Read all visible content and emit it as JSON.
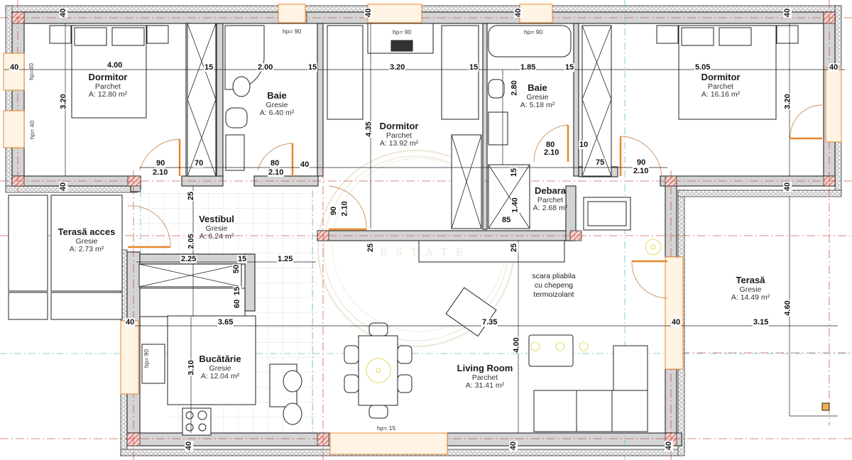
{
  "plan": {
    "colors": {
      "wall": "#d4d4d4",
      "wall_stroke": "#333333",
      "insulation": "#f2f2f2",
      "column_hatch": "#c0392b",
      "axis_line": "#c0392b",
      "door": "#e8872e",
      "window": "#f0b070",
      "aux_axis": "#6fc0c8",
      "tile_grid": "#d8d8d8",
      "watermark": "#d8c8a0"
    },
    "rooms": [
      {
        "id": "dormitor-1",
        "name": "Dormitor",
        "floor": "Parchet",
        "area": "A: 12.80 m²"
      },
      {
        "id": "baie-1",
        "name": "Baie",
        "floor": "Gresie",
        "area": "A: 6.40 m²"
      },
      {
        "id": "dormitor-2",
        "name": "Dormitor",
        "floor": "Parchet",
        "area": "A: 13.92 m²"
      },
      {
        "id": "baie-2",
        "name": "Baie",
        "floor": "Gresie",
        "area": "A: 5.18 m²"
      },
      {
        "id": "dormitor-3",
        "name": "Dormitor",
        "floor": "Parchet",
        "area": "A: 16.16 m²"
      },
      {
        "id": "terasa-acces",
        "name": "Terasă acces",
        "floor": "Gresie",
        "area": "A: 2.73 m²"
      },
      {
        "id": "vestibul",
        "name": "Vestibul",
        "floor": "Gresie",
        "area": "A: 6.24 m²"
      },
      {
        "id": "debara",
        "name": "Debara",
        "floor": "Parchet",
        "area": "A: 2.68 m²"
      },
      {
        "id": "terasa",
        "name": "Terasă",
        "floor": "Gresie",
        "area": "A: 14.49 m²"
      },
      {
        "id": "bucatarie",
        "name": "Bucătărie",
        "floor": "Gresie",
        "area": "A: 12.04 m²"
      },
      {
        "id": "living-room",
        "name": "Living Room",
        "floor": "Parchet",
        "area": "A: 31.41 m²"
      }
    ],
    "dimensions": {
      "top_wall_1": "40",
      "top_wall_2": "40",
      "top_wall_3": "40",
      "top_wall_4": "40",
      "left_wall": "40",
      "right_wall": "40",
      "d1_width": "4.00",
      "d1_height": "3.20",
      "d1_wall_15": "15",
      "b1_width": "2.00",
      "b1_wall_15": "15",
      "d2_width": "3.20",
      "d2_height": "4.35",
      "d2_wall_15": "15",
      "b2_width": "1.85",
      "b2_height": "2.80",
      "b2_wall_15": "15",
      "d3_width": "5.05",
      "d3_height": "3.20",
      "door_d1_w": "90",
      "door_d1_h": "2.10",
      "wardrobe_d1": "70",
      "door_b1_w": "80",
      "door_b1_h": "2.10",
      "b1_side_40": "40",
      "door_b2_w": "80",
      "door_b2_h": "2.10",
      "b2_side_10": "10",
      "wardrobe_d3": "75",
      "door_d3_w": "90",
      "door_d3_h": "2.10",
      "mid_wall_left": "40",
      "mid_wall_right": "40",
      "vest_25": "25",
      "vest_height": "2.05",
      "vest_225": "2.25",
      "vest_15a": "15",
      "vest_125": "1.25",
      "vest_50": "50",
      "vest_15b": "15",
      "vest_60": "60",
      "door_dorm2_w": "90",
      "door_dorm2_h": "2.10",
      "living_25a": "25",
      "living_25b": "25",
      "debara_15": "15",
      "debara_140": "1.40",
      "debara_85": "85",
      "kitchen_width": "3.65",
      "kitchen_height": "3.10",
      "kitchen_left_40": "40",
      "living_width": "7.35",
      "living_height": "4.00",
      "living_right_40": "40",
      "terasa_width": "3.15",
      "terasa_height": "4.60",
      "bottom_wall_1": "40",
      "bottom_wall_2": "40",
      "bottom_wall_3": "40"
    },
    "hp_labels": {
      "left_window_1": "hp=40",
      "left_window_2": "hp= 40",
      "baie1_window": "hp= 90",
      "dorm2_window": "hp= 90",
      "baie2_window": "hp= 90",
      "living_window": "hp= 15",
      "kitchen_window": "hp= 90"
    },
    "annotation": {
      "line1": "scara pliabila",
      "line2": "cu chepeng",
      "line3": "termoizolant"
    },
    "watermark": {
      "text": "ESTATE"
    }
  }
}
